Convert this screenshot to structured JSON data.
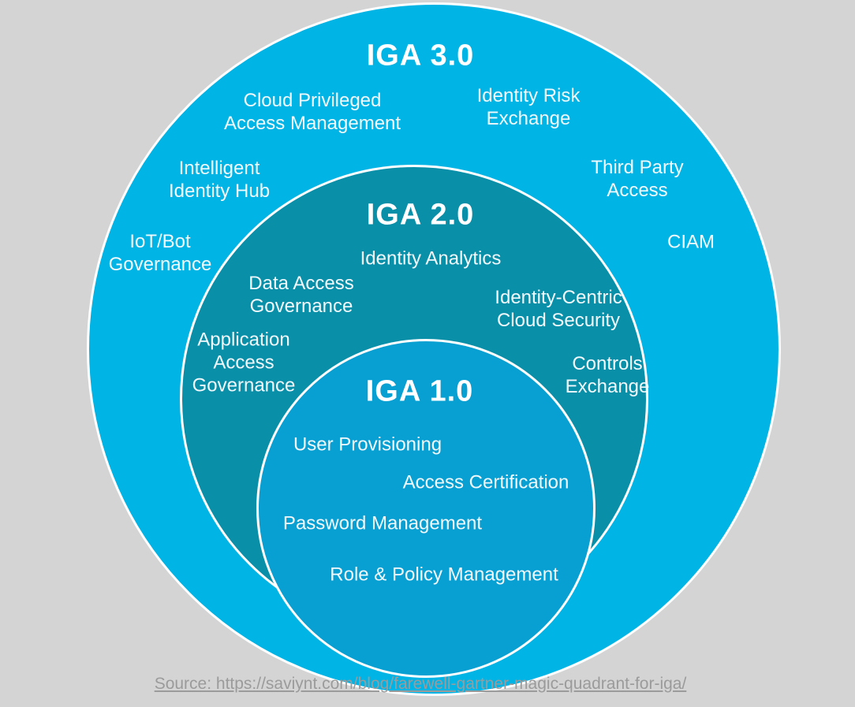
{
  "colors": {
    "background": "#d4d4d4",
    "outer_circle": "#00b4e6",
    "middle_circle": "#0a8fa9",
    "inner_circle": "#089fd2",
    "circle_border": "#ffffff",
    "label_text": "#ffffff",
    "source_text": "#9b9b9b"
  },
  "diagram": {
    "type": "nested-circles",
    "outer": {
      "title": "IGA 3.0",
      "labels": [
        {
          "lines": [
            "Cloud Privileged",
            "Access Management"
          ]
        },
        {
          "lines": [
            "Identity Risk",
            "Exchange"
          ]
        },
        {
          "lines": [
            "Intelligent",
            "Identity Hub"
          ]
        },
        {
          "lines": [
            "Third Party",
            "Access"
          ]
        },
        {
          "lines": [
            "IoT/Bot",
            "Governance"
          ]
        },
        {
          "lines": [
            "CIAM"
          ]
        }
      ]
    },
    "middle": {
      "title": "IGA 2.0",
      "labels": [
        {
          "lines": [
            "Identity Analytics"
          ]
        },
        {
          "lines": [
            "Data Access",
            "Governance"
          ]
        },
        {
          "lines": [
            "Identity-Centric",
            "Cloud Security"
          ]
        },
        {
          "lines": [
            "Application",
            "Access",
            "Governance"
          ]
        },
        {
          "lines": [
            "Controls",
            "Exchange"
          ]
        }
      ]
    },
    "inner": {
      "title": "IGA 1.0",
      "labels": [
        {
          "lines": [
            "User Provisioning"
          ]
        },
        {
          "lines": [
            "Access Certification"
          ]
        },
        {
          "lines": [
            "Password Management"
          ]
        },
        {
          "lines": [
            "Role & Policy Management"
          ]
        }
      ]
    }
  },
  "source": {
    "text": "Source: https://saviynt.com/blog/farewell-gartner-magic-quadrant-for-iga/"
  }
}
